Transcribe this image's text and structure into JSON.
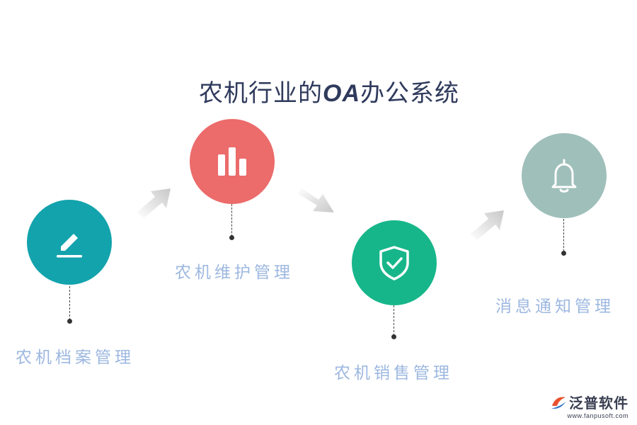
{
  "title": {
    "prefix": "农机行业的",
    "highlight": "OA",
    "suffix": "办公系统"
  },
  "steps": [
    {
      "label": "农机档案管理",
      "icon": "pencil-icon",
      "color": "#13a3ad"
    },
    {
      "label": "农机维护管理",
      "icon": "bar-chart-icon",
      "color": "#ec6b6b"
    },
    {
      "label": "农机销售管理",
      "icon": "shield-check-icon",
      "color": "#17b68a"
    },
    {
      "label": "消息通知管理",
      "icon": "bell-icon",
      "color": "#9fbfba"
    }
  ],
  "brand": {
    "name": "泛普软件",
    "url": "www.fanpusoft.com"
  }
}
